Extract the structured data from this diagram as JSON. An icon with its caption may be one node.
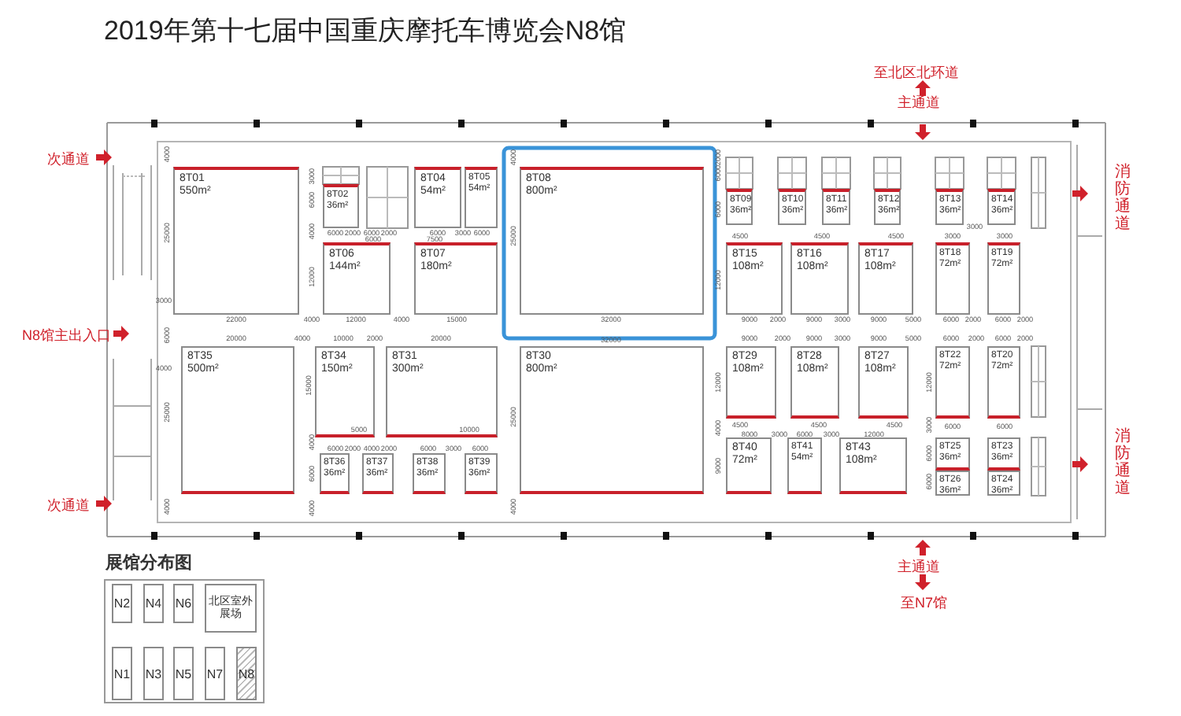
{
  "diagram": {
    "title": "2019年第十七届中国重庆摩托车博览会N8馆",
    "nodes": [
      {
        "text": [
          "8T01",
          "550m²"
        ]
      },
      {
        "text": [
          "8T02",
          "36m²"
        ]
      },
      {
        "text": [
          "8T04",
          "54m²"
        ]
      },
      {
        "text": [
          "8T05",
          "54m²"
        ]
      },
      {
        "text": [
          "8T08",
          "800m²"
        ]
      },
      {
        "text": [
          "8T09",
          "36m²"
        ]
      },
      {
        "text": [
          "8T10",
          "36m²"
        ]
      },
      {
        "text": [
          "8T11",
          "36m²"
        ]
      },
      {
        "text": [
          "8T12",
          "36m²"
        ]
      },
      {
        "text": [
          "8T13",
          "36m²"
        ]
      },
      {
        "text": [
          "8T14",
          "36m²"
        ]
      },
      {
        "text": [
          "8T06",
          "144m²"
        ]
      },
      {
        "text": [
          "8T07",
          "180m²"
        ]
      },
      {
        "text": [
          "8T15",
          "108m²"
        ]
      },
      {
        "text": [
          "8T16",
          "108m²"
        ]
      },
      {
        "text": [
          "8T17",
          "108m²"
        ]
      },
      {
        "text": [
          "8T18",
          "72m²"
        ]
      },
      {
        "text": [
          "8T19",
          "72m²"
        ]
      },
      {
        "text": [
          "8T35",
          "500m²"
        ]
      },
      {
        "text": [
          "8T34",
          "150m²"
        ]
      },
      {
        "text": [
          "8T31",
          "300m²"
        ]
      },
      {
        "text": [
          "8T30",
          "800m²"
        ]
      },
      {
        "text": [
          "8T29",
          "108m²"
        ]
      },
      {
        "text": [
          "8T28",
          "108m²"
        ]
      },
      {
        "text": [
          "8T27",
          "108m²"
        ]
      },
      {
        "text": [
          "8T22",
          "72m²"
        ]
      },
      {
        "text": [
          "8T20",
          "72m²"
        ]
      },
      {
        "text": [
          "8T40",
          "72m²"
        ]
      },
      {
        "text": [
          "8T41",
          "54m²"
        ]
      },
      {
        "text": [
          "8T43",
          "108m²"
        ]
      },
      {
        "text": [
          "8T25",
          "36m²"
        ]
      },
      {
        "text": [
          "8T23",
          "36m²"
        ]
      },
      {
        "text": [
          "8T36",
          "36m²"
        ]
      },
      {
        "text": [
          "8T37",
          "36m²"
        ]
      },
      {
        "text": [
          "8T38",
          "36m²"
        ]
      },
      {
        "text": [
          "8T39",
          "36m²"
        ]
      },
      {
        "text": [
          "8T26",
          "36m²"
        ]
      },
      {
        "text": [
          "8T24",
          "36m²"
        ]
      },
      {
        "text": [
          "展馆分布图"
        ]
      },
      {
        "text": [
          "N2"
        ],
        "in": 38
      },
      {
        "text": [
          "N4"
        ],
        "in": 38
      },
      {
        "text": [
          "N6"
        ],
        "in": 38
      },
      {
        "text": [
          "北区室外展场"
        ],
        "in": 38
      },
      {
        "text": [
          "N1"
        ],
        "in": 38
      },
      {
        "text": [
          "N3"
        ],
        "in": 38
      },
      {
        "text": [
          "N5"
        ],
        "in": 38
      },
      {
        "text": [
          "N7"
        ],
        "in": 38
      },
      {
        "text": [
          "N8"
        ],
        "in": 38
      }
    ],
    "labels": [
      "次通道",
      "N8馆主出入口",
      "次通道",
      "至北区北环道",
      "主通道",
      "消防通道",
      "消防通道",
      "主通道",
      "至N7馆",
      "22000",
      "4000",
      "12000",
      "4000",
      "15000",
      "32000",
      "9000",
      "2000",
      "9000",
      "3000",
      "9000",
      "5000",
      "6000",
      "2000",
      "6000",
      "2000",
      "20000",
      "4000",
      "10000",
      "2000",
      "20000",
      "32000",
      "9000",
      "2000",
      "9000",
      "3000",
      "9000",
      "5000",
      "6000",
      "2000",
      "6000",
      "2000",
      "6000",
      "2000",
      "6000",
      "2000",
      "6000",
      "3000",
      "6000",
      "6000",
      "7500",
      "4500",
      "4500",
      "4500",
      "3000",
      "3000",
      "3000",
      "5000",
      "10000",
      "4500",
      "4500",
      "4500",
      "6000",
      "6000",
      "8000",
      "3000",
      "6000",
      "3000",
      "12000",
      "6000",
      "2000",
      "4000",
      "2000",
      "6000",
      "3000",
      "6000",
      "4000",
      "25000",
      "6000",
      "25000",
      "4000",
      "3000",
      "4000",
      "3000",
      "6000",
      "4000",
      "12000",
      "15000",
      "4000",
      "6000",
      "4000",
      "4000",
      "25000",
      "25000",
      "4000",
      "2000",
      "6000",
      "6000",
      "12000",
      "12000",
      "4000",
      "9000",
      "12000",
      "3000",
      "6000",
      "6000"
    ]
  }
}
